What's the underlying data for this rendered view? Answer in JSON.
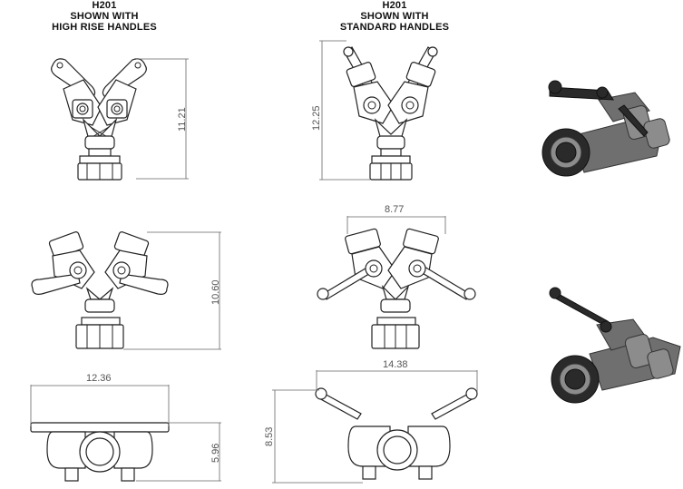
{
  "headings": {
    "left": {
      "model": "H201",
      "line1": "SHOWN WITH",
      "line2": "HIGH RISE HANDLES"
    },
    "right": {
      "model": "H201",
      "line1": "SHOWN WITH",
      "line2": "STANDARD HANDLES"
    }
  },
  "dimensions": {
    "high_rise_front_height": "11.21",
    "high_rise_rear_height": "10.60",
    "high_rise_width": "12.36",
    "high_rise_top_height": "5.96",
    "standard_front_height": "12.25",
    "standard_rear_width": "8.77",
    "standard_width": "14.38",
    "standard_top_height": "8.53"
  }
}
